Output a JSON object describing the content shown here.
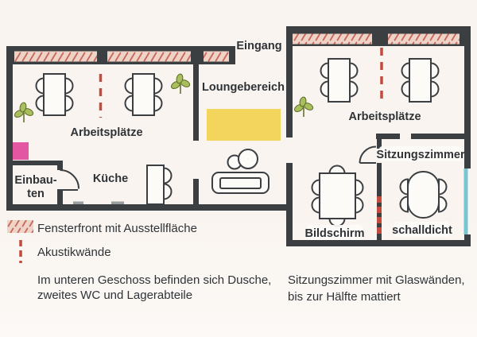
{
  "colors": {
    "wall": "#3b3f42",
    "window-fill": "#eed3c6",
    "window-hatch": "#c7685e",
    "acoustic-red": "#c54a3e",
    "accent-pink": "#e356a2",
    "rug-yellow": "#f3d55e",
    "glass-teal": "#76c5d1",
    "plant-green": "#a9bf5e",
    "background": "#f9f4ef",
    "text": "#2f3337"
  },
  "floorplan": {
    "rooms": {
      "entrance_label": "Eingang",
      "lounge_label": "Loungebereich",
      "workspaces_left_label": "Arbeitsplätze",
      "workspaces_right_label": "Arbeitsplätze",
      "kitchen_label": "Küche",
      "builtins_label_line1": "Einbau-",
      "builtins_label_line2": "ten",
      "meeting_room_label": "Sitzungszimmer",
      "screen_label": "Bildschirm",
      "soundproof_label": "schalldicht"
    }
  },
  "legend": {
    "items": [
      {
        "swatch": "window-hatch-swatch",
        "label": "Fensterfront mit Ausstellfläche"
      },
      {
        "swatch": "red-dashed-line",
        "label": "Akustikwände"
      }
    ]
  },
  "notes": {
    "left_line1": "Im unteren Geschoss befinden sich Dusche,",
    "left_line2": "zweites WC und Lagerabteile",
    "right_line1": "Sitzungszimmer mit Glaswänden,",
    "right_line2": "bis zur Hälfte mattiert"
  }
}
